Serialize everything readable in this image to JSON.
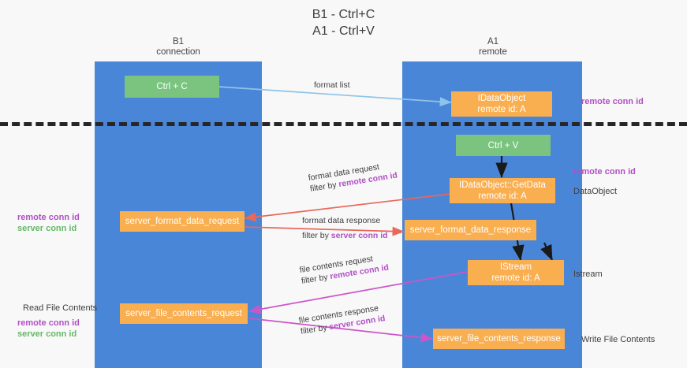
{
  "title": {
    "line1": "B1 - Ctrl+C",
    "line2": "A1 - Ctrl+V"
  },
  "lanes": [
    {
      "id": "b1",
      "name": "B1",
      "role": "connection",
      "color": "#4a86d8"
    },
    {
      "id": "a1",
      "name": "A1",
      "role": "remote",
      "color": "#4a86d8"
    }
  ],
  "colors": {
    "lane": "#4a86d8",
    "green_node": "#7ac47f",
    "orange_node": "#f9ae50",
    "remote_conn_id": "#b14fc5",
    "server_conn_id": "#63b967",
    "arrow_format_list": "#8ec4e8",
    "arrow_format_data": "#e8685a",
    "arrow_file_contents": "#cc55c8",
    "arrow_black": "#1a1a1a",
    "divider": "#262626"
  },
  "nodes": [
    {
      "key": "ctrl_c",
      "label": "Ctrl + C",
      "sub": "",
      "style": "green"
    },
    {
      "key": "idataobject",
      "label": "IDataObject",
      "sub": "remote id: A",
      "style": "orange"
    },
    {
      "key": "ctrl_v",
      "label": "Ctrl + V",
      "sub": "",
      "style": "green"
    },
    {
      "key": "getdata",
      "label": "IDataObject::GetData",
      "sub": "remote id: A",
      "style": "orange"
    },
    {
      "key": "fmt_req",
      "label": "server_format_data_request",
      "sub": "",
      "style": "orange"
    },
    {
      "key": "fmt_res",
      "label": "server_format_data_response",
      "sub": "",
      "style": "orange"
    },
    {
      "key": "istream",
      "label": "IStream",
      "sub": "remote id: A",
      "style": "orange"
    },
    {
      "key": "file_req",
      "label": "server_file_contents_request",
      "sub": "",
      "style": "orange"
    },
    {
      "key": "file_res",
      "label": "server_file_contents_response",
      "sub": "",
      "style": "orange"
    }
  ],
  "edge_labels": {
    "format_list": "format list",
    "format_data_request": "format data request",
    "format_data_request_filter_prefix": "filter by ",
    "format_data_request_filter_value": "remote conn id",
    "format_data_response": "format data response",
    "format_data_response_filter_prefix": "filter by ",
    "format_data_response_filter_value": "server conn id",
    "file_contents_request": "file contents request",
    "file_contents_request_filter_prefix": "filter by ",
    "file_contents_request_filter_value": "remote conn id",
    "file_contents_response": "file contents response",
    "file_contents_response_filter_prefix": "filter by ",
    "file_contents_response_filter_value": "server conn id"
  },
  "annotations": {
    "right_remote_conn_id_top": "remote conn id",
    "right_remote_conn_id_mid": "remote conn id",
    "right_dataobject": "DataObject",
    "right_istream": "Istream",
    "right_write_file_contents": "Write File Contents",
    "left_remote_conn_id_mid": "remote conn id",
    "left_server_conn_id_mid": "server conn id",
    "left_read_file_contents": "Read File Contents",
    "left_remote_conn_id_bottom": "remote conn id",
    "left_server_conn_id_bottom": "server conn id"
  }
}
